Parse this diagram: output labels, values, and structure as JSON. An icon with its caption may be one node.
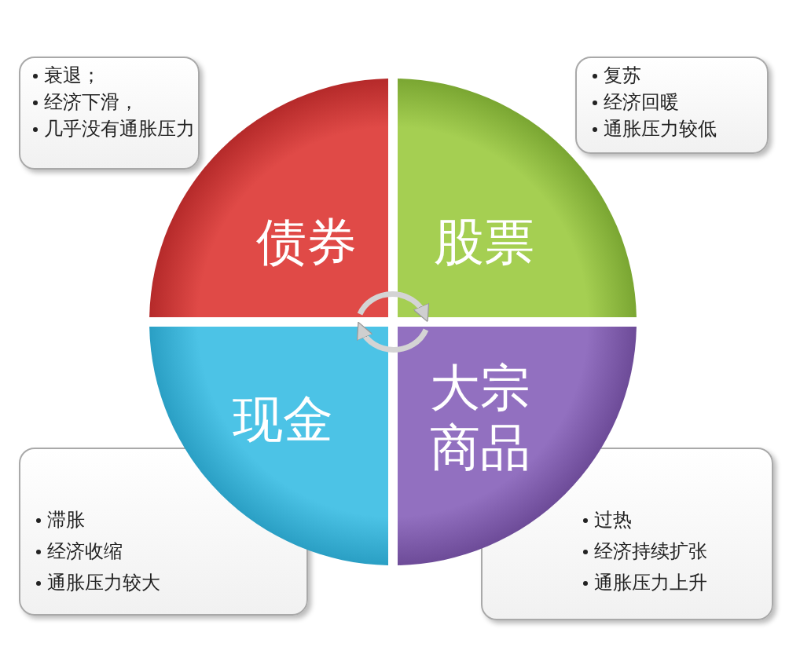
{
  "diagram": {
    "nodes": [
      {
        "text": [
          "债券"
        ]
      },
      {
        "text": [
          "股票"
        ]
      },
      {
        "text": [
          "现金"
        ]
      },
      {
        "text": [
          "大宗商品"
        ]
      },
      {
        "text": [
          "衰退；",
          "经济下滑，",
          "几乎没有通胀压力"
        ]
      },
      {
        "text": [
          "复苏",
          "经济回暖",
          "通胀压力较低"
        ]
      },
      {
        "text": [
          "滞胀",
          "经济收缩",
          "通胀压力较大"
        ]
      },
      {
        "text": [
          "过热",
          "经济持续扩张",
          "通胀压力上升"
        ]
      }
    ],
    "edges": [
      {
        "from": 0,
        "to": 1,
        "arrow": "to"
      },
      {
        "from": 3,
        "to": 2,
        "arrow": "to"
      }
    ]
  }
}
